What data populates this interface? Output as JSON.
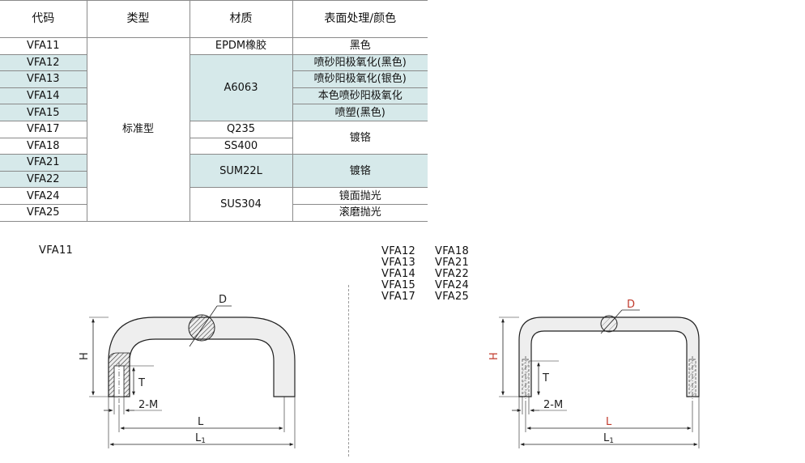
{
  "table": {
    "headers": [
      "代码",
      "类型",
      "材质",
      "表面处理/颜色"
    ],
    "codes": [
      "VFA11",
      "VFA12",
      "VFA13",
      "VFA14",
      "VFA15",
      "VFA17",
      "VFA18",
      "VFA21",
      "VFA22",
      "VFA24",
      "VFA25"
    ],
    "type_label": "标准型",
    "materials": {
      "epdm": "EPDM橡胶",
      "a6063": "A6063",
      "q235": "Q235",
      "ss400": "SS400",
      "sum22l": "SUM22L",
      "sus304": "SUS304"
    },
    "finishes": {
      "black": "黑色",
      "sand_anod_black": "喷砂阳极氧化(黑色)",
      "sand_anod_silver": "喷砂阳极氧化(银色)",
      "natural_sand_anod": "本色喷砂阳极氧化",
      "spray_black": "喷塑(黑色)",
      "chrome_1": "镀铬",
      "chrome_2": "镀铬",
      "mirror_polish": "镜面抛光",
      "barrel_polish": "滚磨抛光"
    },
    "highlight_color": "#d6e9ea"
  },
  "left_drawing": {
    "model_label": "VFA11",
    "dims": {
      "D": "D",
      "H": "H",
      "T": "T",
      "M": "2-M",
      "L": "L",
      "L1": "L1"
    }
  },
  "right_drawing": {
    "models_col1": [
      "VFA12",
      "VFA13",
      "VFA14",
      "VFA15",
      "VFA17"
    ],
    "models_col2": [
      "VFA18",
      "VFA21",
      "VFA22",
      "VFA24",
      "VFA25"
    ],
    "dims": {
      "D": "D",
      "H": "H",
      "T": "T",
      "M": "2-M",
      "L": "L",
      "L1": "L1"
    },
    "accent_color": "#c0392b"
  }
}
